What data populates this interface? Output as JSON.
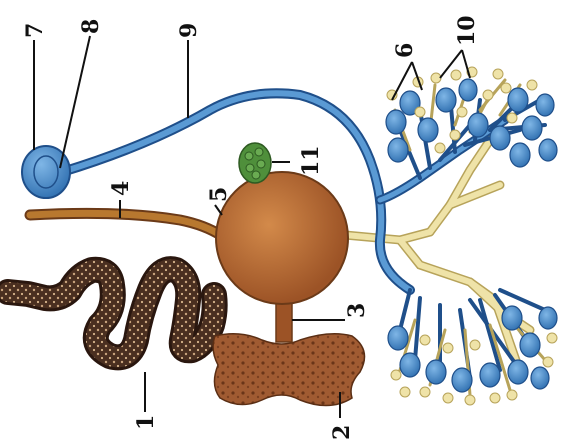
{
  "labels": {
    "l1": "1",
    "l2": "2",
    "l3": "3",
    "l4": "4",
    "l5": "5",
    "l6": "6",
    "l7": "7",
    "l8": "8",
    "l9": "9",
    "l10": "10",
    "l11": "11"
  },
  "colors": {
    "blue": "#3f86c7",
    "blue_dark": "#1f4f8a",
    "yellow": "#efe3a8",
    "yellow_dark": "#b7a35a",
    "brown_ball": "#b8682f",
    "brown_dark": "#6b3a18",
    "intestine": "#3b2418",
    "green": "#4f8f3b"
  }
}
